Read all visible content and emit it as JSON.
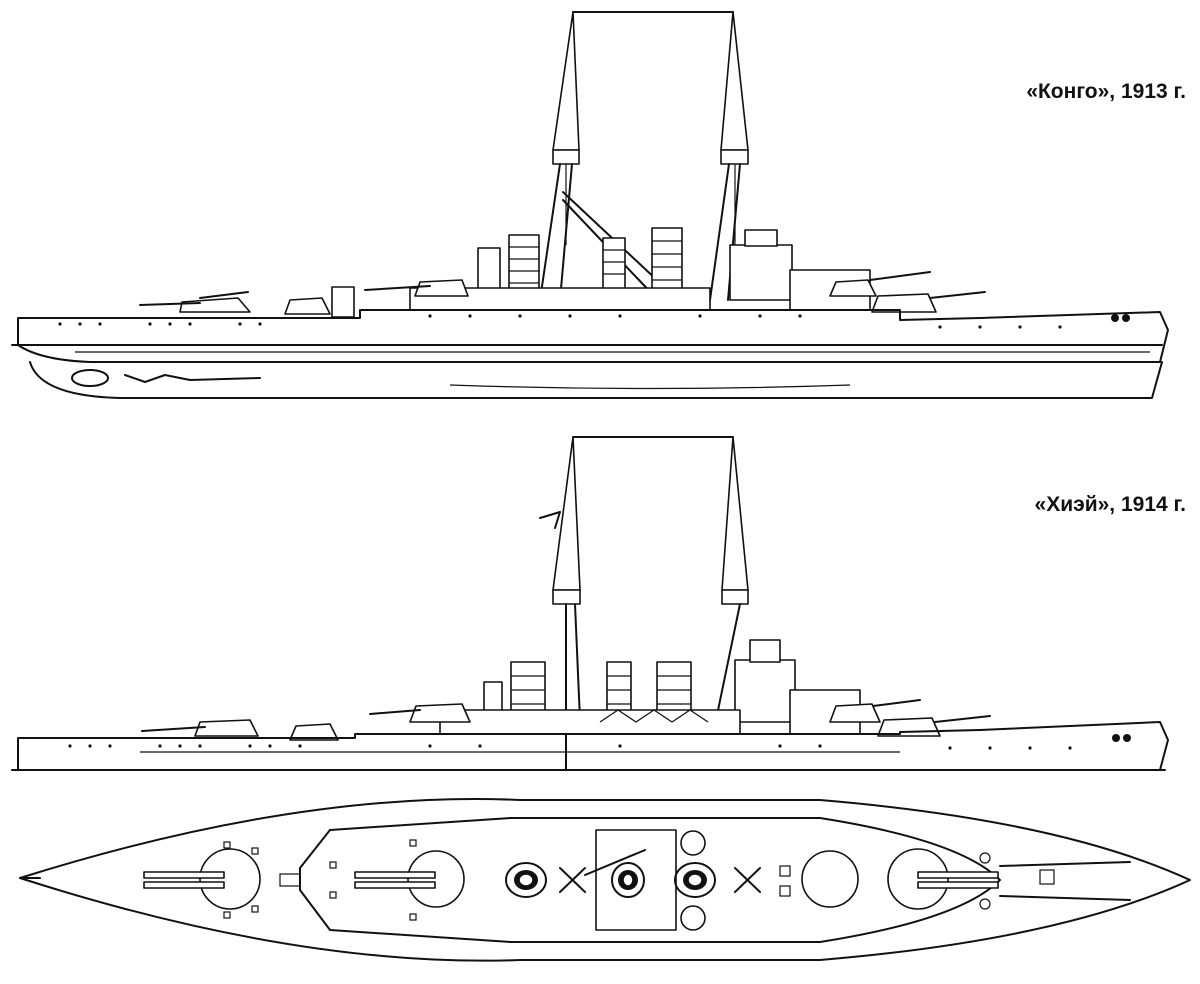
{
  "captions": {
    "ship1": "«Конго», 1913 г.",
    "ship2": "«Хиэй», 1914 г."
  },
  "views": [
    {
      "id": "kongo-profile",
      "type": "side-profile"
    },
    {
      "id": "hiei-profile",
      "type": "side-profile"
    },
    {
      "id": "hiei-plan",
      "type": "deck-plan"
    }
  ]
}
